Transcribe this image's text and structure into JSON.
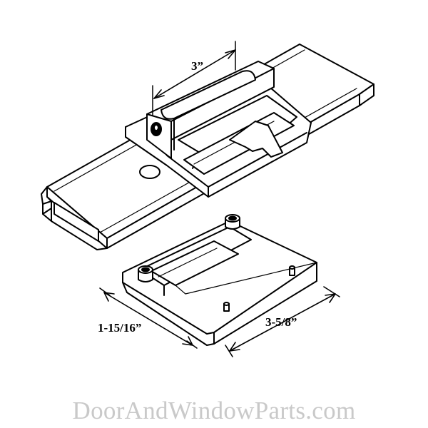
{
  "dimensions": {
    "top_width": "3”",
    "plate_width": "1-15/16”",
    "plate_length": "3-5/8”"
  },
  "watermark": "DoorAndWindowParts.com",
  "colors": {
    "line": "#000000",
    "background": "#ffffff",
    "watermark": "#c9c9c9"
  }
}
